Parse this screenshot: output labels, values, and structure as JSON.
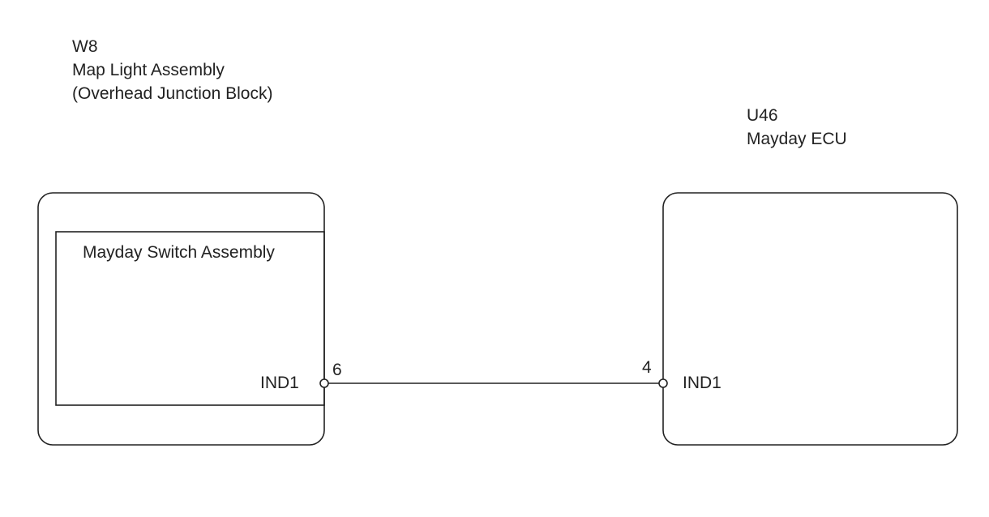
{
  "components": {
    "left": {
      "code": "W8",
      "name": "Map Light Assembly",
      "sub": "(Overhead Junction Block)",
      "inner_name": "Mayday Switch Assembly",
      "terminal_label": "IND1",
      "pin": "6"
    },
    "right": {
      "code": "U46",
      "name": "Mayday ECU",
      "terminal_label": "IND1",
      "pin": "4"
    }
  },
  "colors": {
    "line": "#222222",
    "background": "#ffffff"
  }
}
